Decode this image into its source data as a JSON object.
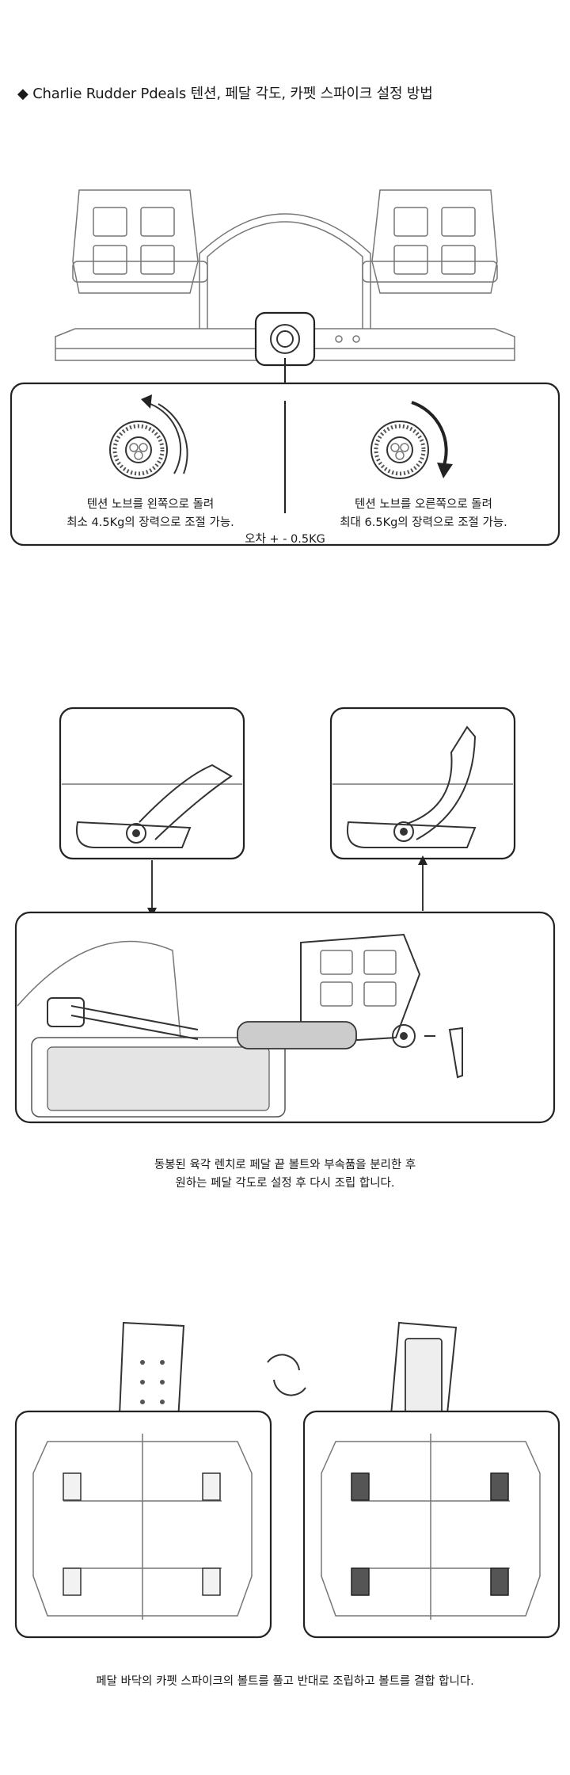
{
  "heading": {
    "bullet": "◆",
    "text": "Charlie Rudder Pdeals 텐션, 페달 각도, 카펫 스파이크 설정 방법"
  },
  "tension": {
    "left_line1": "텐션 노브를 왼쪽으로 돌려",
    "left_line2": "최소 4.5Kg의 장력으로 조절 가능.",
    "right_line1": "텐션 노브를 오른쪽으로 돌려",
    "right_line2": "최대 6.5Kg의 장력으로 조절 가능.",
    "tolerance": "오차 + - 0.5KG"
  },
  "angle": {
    "line1": "동봉된 육각 렌치로 페달 끝 볼트와 부속품을 분리한 후",
    "line2": "원하는 페달 각도로 설정 후 다시 조립 합니다."
  },
  "spike": {
    "line1": "페달 바닥의 카펫 스파이크의 볼트를 풀고 반대로 조립하고 볼트를 결합 합니다."
  }
}
